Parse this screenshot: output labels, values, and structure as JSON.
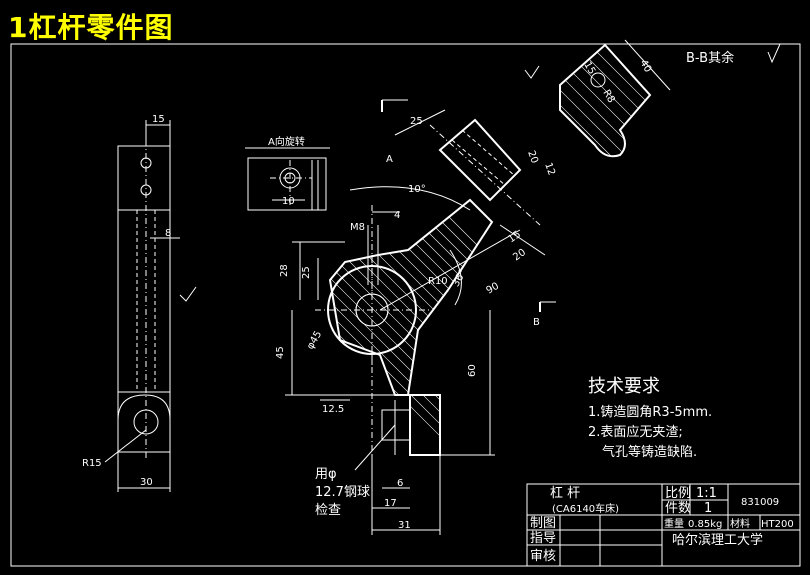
{
  "title": "1杠杆零件图",
  "section_note": "B-B其余",
  "view_label_a": "A向旋转",
  "view_marks": {
    "a": "A",
    "b": "B"
  },
  "dims": {
    "top_width": "15",
    "side_8": "8",
    "r15": "R15",
    "w30": "30",
    "d10": "10",
    "d25": "25",
    "d20": "20",
    "d12": "12",
    "d90": "90",
    "d36": "36°",
    "d10deg": "10°",
    "d4": "4",
    "m8": "M8",
    "d28": "28",
    "d25b": "25",
    "d45": "45",
    "phi45": "φ45",
    "r10": "R10",
    "d60": "60",
    "d15": "15",
    "d20b": "20",
    "d12_5": "12.5",
    "d6": "6",
    "d17": "17",
    "d31": "31",
    "d40": "40",
    "r8": "R8",
    "d15c": "15"
  },
  "note_ball": [
    "用φ",
    "12.7钢球",
    "检查"
  ],
  "tech": {
    "heading": "技术要求",
    "items": [
      "1.铸造圆角R3-5mm.",
      "2.表面应无夹渣;",
      "气孔等铸造缺陷."
    ]
  },
  "titleblock": {
    "part_name": "杠        杆",
    "machine": "(CA6140车床)",
    "scale_label": "比例",
    "scale_value": "1:1",
    "qty_label": "件数",
    "qty_value": "1",
    "weight_label": "重量",
    "weight_value": "0.85kg",
    "material_label": "材料",
    "material_value": "HT200",
    "drawing_no": "831009",
    "row_draw": "制图",
    "row_guide": "指导",
    "row_review": "审核",
    "school": "哈尔滨理工大学"
  }
}
